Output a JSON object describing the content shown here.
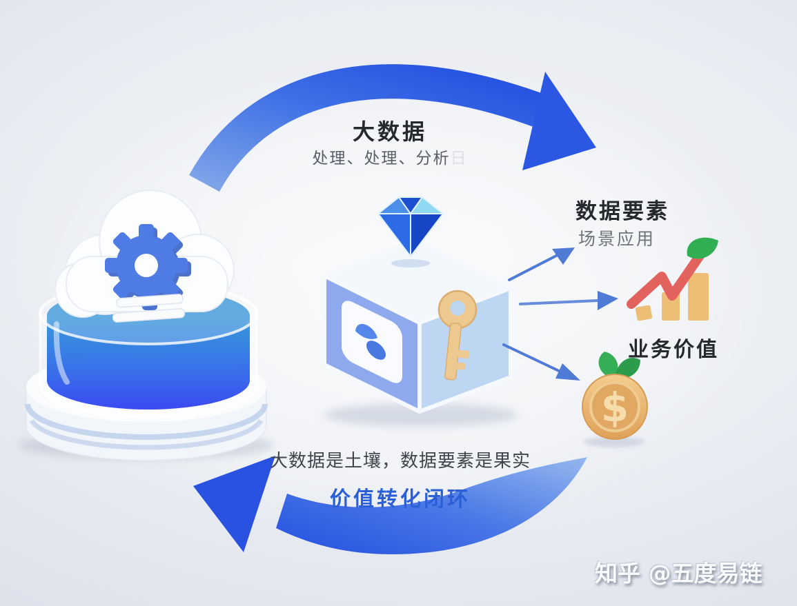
{
  "diagram": {
    "top_flow": {
      "title": "大数据",
      "subtitle": "处理、处理、分析",
      "subtitle_ghost": "日"
    },
    "outputs": {
      "data_elements_title": "数据要素",
      "data_elements_subtitle": "场景应用",
      "business_value_title": "业务价值",
      "coin_symbol": "$"
    },
    "bottom_flow": {
      "caption": "大数据是土壤，数据要素是果实",
      "loop_label": "价值转化闭环"
    }
  },
  "watermark": {
    "text": "知乎 @五度易链"
  },
  "colors": {
    "arrow_deep_blue": "#2a52e0",
    "arrow_light_blue": "#8fb2ea",
    "small_arrow_blue": "#4f7ad6",
    "accent_text_blue": "#2b5fd8",
    "cube_left_face": "#8ea9ee",
    "cube_right_face": "#bdd7f3",
    "gear_blue": "#4e7ce4",
    "liquid_top": "#2f8fd4",
    "liquid_bottom": "#3140f0",
    "gold": "#edbe76",
    "coin_gold": "#e8b26c",
    "leaf_green": "#2fae52",
    "chart_red": "#e2625e",
    "diamond_royal": "#2d6ae6",
    "diamond_deep": "#1c4ed2",
    "diamond_cyan": "#8fd9f2"
  }
}
